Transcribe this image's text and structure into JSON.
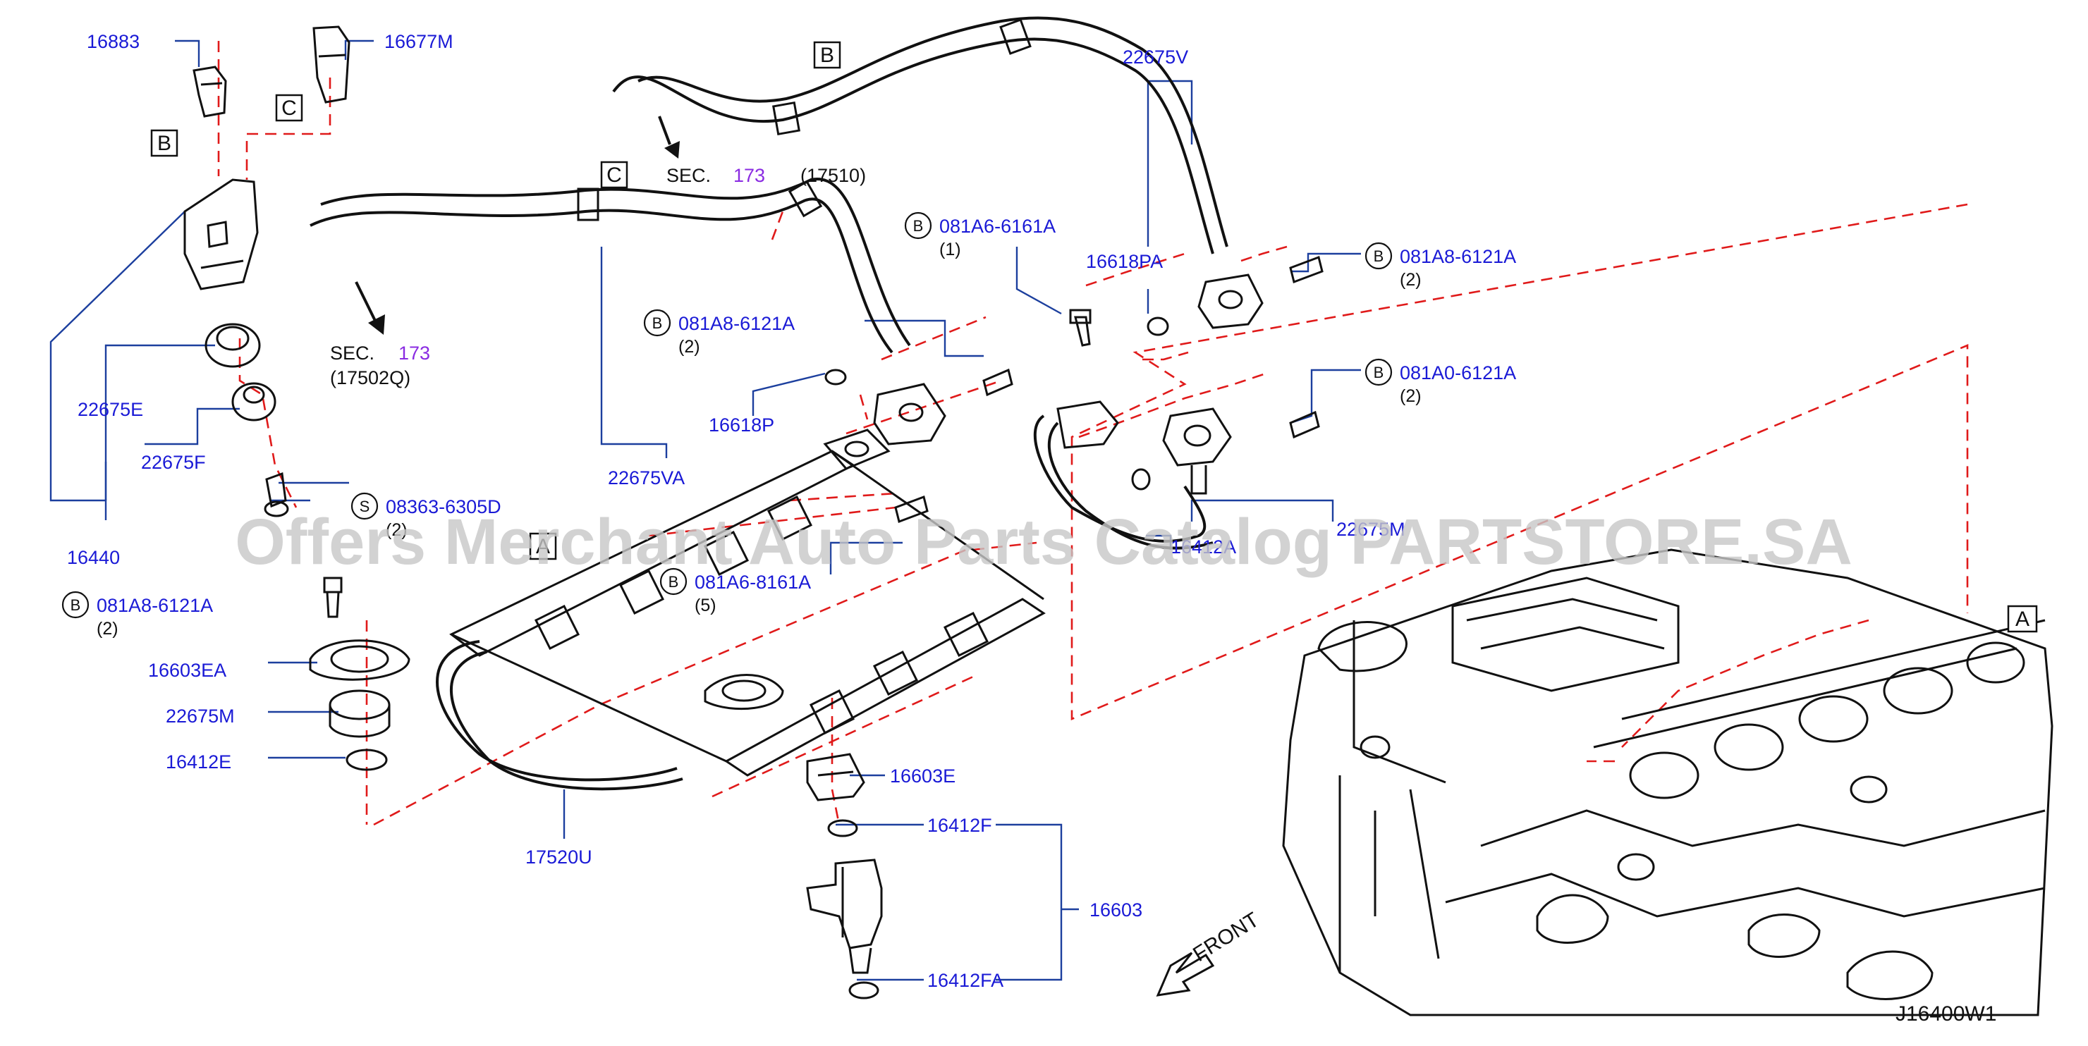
{
  "watermark": "Offers Merchant Auto Parts Catalog PARTSTORE.SA",
  "diagram_code": "J16400W1",
  "front_label": "FRONT",
  "part_labels": {
    "p16883": "16883",
    "p16677M": "16677M",
    "p22675V": "22675V",
    "p16618PA": "16618PA",
    "p22675E": "22675E",
    "p22675F": "22675F",
    "p16440": "16440",
    "p22675VA": "22675VA",
    "p16618P": "16618P",
    "p16603EA": "16603EA",
    "p22675M": "22675M",
    "p16412E": "16412E",
    "p17520U": "17520U",
    "p16603E": "16603E",
    "p16412F": "16412F",
    "p16603": "16603",
    "p16412FA": "16412FA",
    "p16412A": "16412A",
    "p22675M_r": "22675M"
  },
  "bolt_callouts": [
    {
      "prefix": "B",
      "number": "081A6-6161A",
      "qty": "(1)"
    },
    {
      "prefix": "B",
      "number": "081A8-6121A",
      "qty": "(2)"
    },
    {
      "prefix": "B",
      "number": "081A0-6121A",
      "qty": "(2)"
    },
    {
      "prefix": "B",
      "number": "081A8-6121A",
      "qty": "(2)"
    },
    {
      "prefix": "S",
      "number": "08363-6305D",
      "qty": "(2)"
    },
    {
      "prefix": "B",
      "number": "081A6-8161A",
      "qty": "(5)"
    },
    {
      "prefix": "B",
      "number": "081A8-6121A",
      "qty": "(2)"
    }
  ],
  "section_refs": [
    {
      "label": "SEC.",
      "number": "173",
      "sub": "(17510)"
    },
    {
      "label": "SEC.",
      "number": "173",
      "sub": "(17502Q)"
    }
  ],
  "ref_markers": {
    "b1": "B",
    "c1": "C",
    "b2": "B",
    "c2": "C",
    "a1": "A",
    "a2": "A"
  }
}
